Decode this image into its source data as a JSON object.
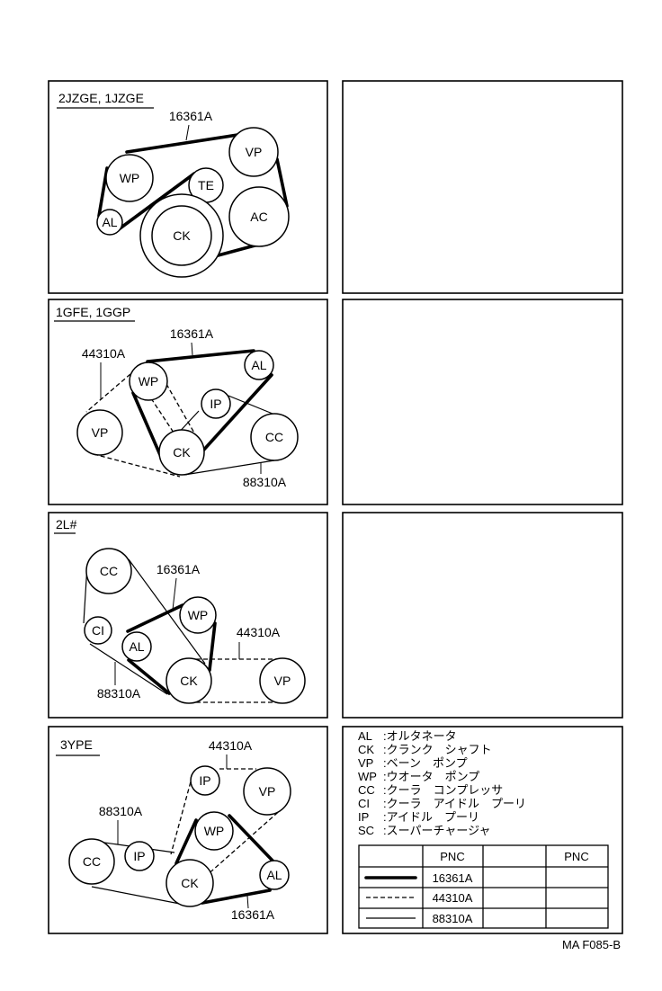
{
  "panels": [
    {
      "title": "2JZGE, 1JZGE",
      "parts": {
        "thick": "16361A"
      },
      "pulleys": [
        "WP",
        "VP",
        "TE",
        "AC",
        "AL",
        "CK"
      ]
    },
    {
      "title": "1GFE, 1GGP",
      "parts": {
        "thick": "16361A",
        "dash": "44310A",
        "thin": "88310A"
      },
      "pulleys": [
        "WP",
        "AL",
        "IP",
        "VP",
        "CC",
        "CK"
      ]
    },
    {
      "title": "2L#",
      "parts": {
        "thick": "16361A",
        "dash": "44310A",
        "thin": "88310A"
      },
      "pulleys": [
        "CC",
        "WP",
        "CI",
        "AL",
        "CK",
        "VP"
      ]
    },
    {
      "title": "3YPE",
      "parts": {
        "dash": "44310A",
        "thin": "88310A",
        "thick": "16361A"
      },
      "pulleys": [
        "IP",
        "VP",
        "WP",
        "CC",
        "IP",
        "CK",
        "AL"
      ]
    }
  ],
  "legend": [
    {
      "code": "AL",
      "desc": ":オルタネータ"
    },
    {
      "code": "CK",
      "desc": ":クランク　シャフト"
    },
    {
      "code": "VP",
      "desc": ":ベーン　ポンプ"
    },
    {
      "code": "WP",
      "desc": ":ウオータ　ポンプ"
    },
    {
      "code": "CC",
      "desc": ":クーラ　コンプレッサ"
    },
    {
      "code": "CI",
      "desc": ":クーラ　アイドル　プーリ"
    },
    {
      "code": "IP",
      "desc": ":アイドル　プーリ"
    },
    {
      "code": "SC",
      "desc": ":スーパーチャージャ"
    }
  ],
  "pnc_table": {
    "header": [
      "PNC",
      "PNC"
    ],
    "rows": [
      {
        "line": "thick",
        "pnc": "16361A"
      },
      {
        "line": "dash",
        "pnc": "44310A"
      },
      {
        "line": "thin",
        "pnc": "88310A"
      }
    ]
  },
  "figure_code": "MA F085-B"
}
